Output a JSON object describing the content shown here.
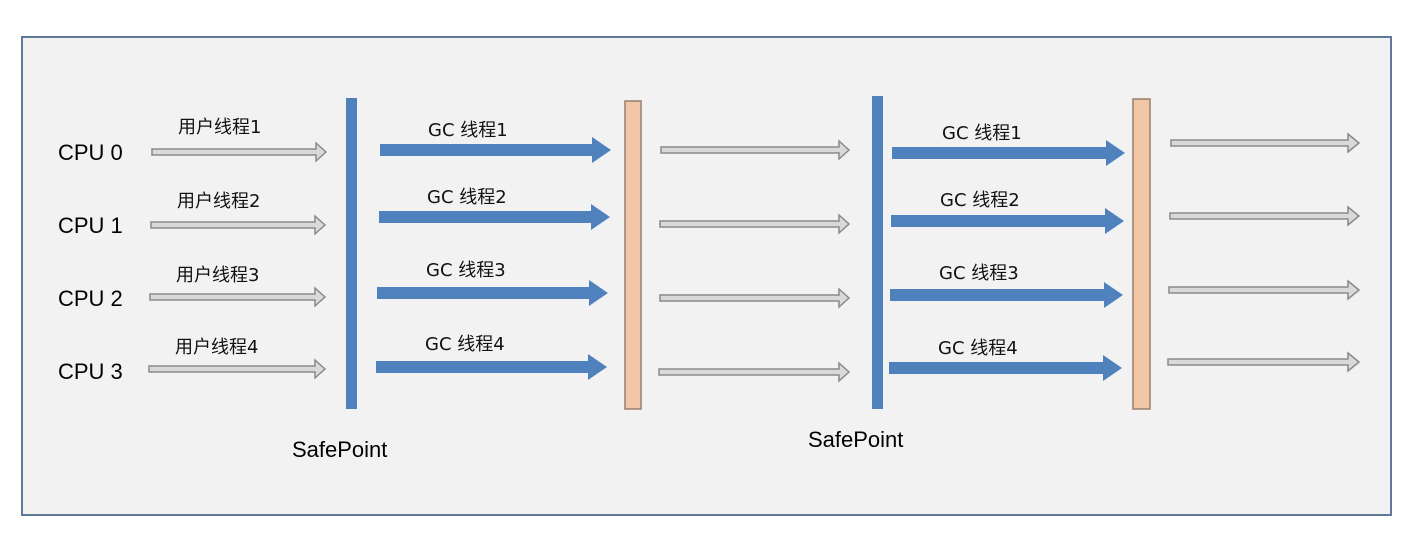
{
  "cpus": [
    "CPU 0",
    "CPU 1",
    "CPU 2",
    "CPU 3"
  ],
  "user_threads": [
    "用户线程1",
    "用户线程2",
    "用户线程3",
    "用户线程4"
  ],
  "gc_threads": [
    "GC 线程1",
    "GC 线程2",
    "GC 线程3",
    "GC 线程4"
  ],
  "safepoint_label": "SafePoint",
  "colors": {
    "frame_border": "#5f7a9a",
    "frame_fill": "#f2f2f2",
    "safepoint_bar": "#4f81bd",
    "gc_end_bar": "#f2c7a8",
    "gc_end_bar_border": "#9a7d6a",
    "user_arrow_fill": "#d9d9d9",
    "user_arrow_border": "#8a8a8a",
    "gc_arrow": "#4f81bd"
  }
}
